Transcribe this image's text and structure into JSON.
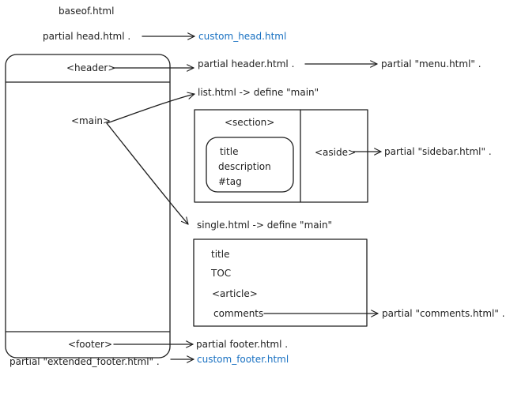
{
  "labels": {
    "baseof": "baseof.html",
    "partial_head": "partial head.html .",
    "custom_head": "custom_head.html",
    "header_tag": "<header>",
    "partial_header": "partial header.html .",
    "partial_menu": "partial \"menu.html\" .",
    "main_tag": "<main>",
    "list_define": "list.html -> define \"main\"",
    "section_tag": "<section>",
    "card_title": "title",
    "card_description": "description",
    "card_tag": "#tag",
    "aside_tag": "<aside>",
    "partial_sidebar": "partial \"sidebar.html\" .",
    "single_define": "single.html -> define \"main\"",
    "single_title": "title",
    "single_toc": "TOC",
    "single_article": "<article>",
    "single_comments": "comments",
    "partial_comments": "partial \"comments.html\" .",
    "footer_tag": "<footer>",
    "partial_footer": "partial footer.html .",
    "partial_extended_footer": "partial \"extended_footer.html\" .",
    "custom_footer": "custom_footer.html"
  },
  "colors": {
    "ink": "#1e1e1e",
    "link": "#1971c2"
  }
}
